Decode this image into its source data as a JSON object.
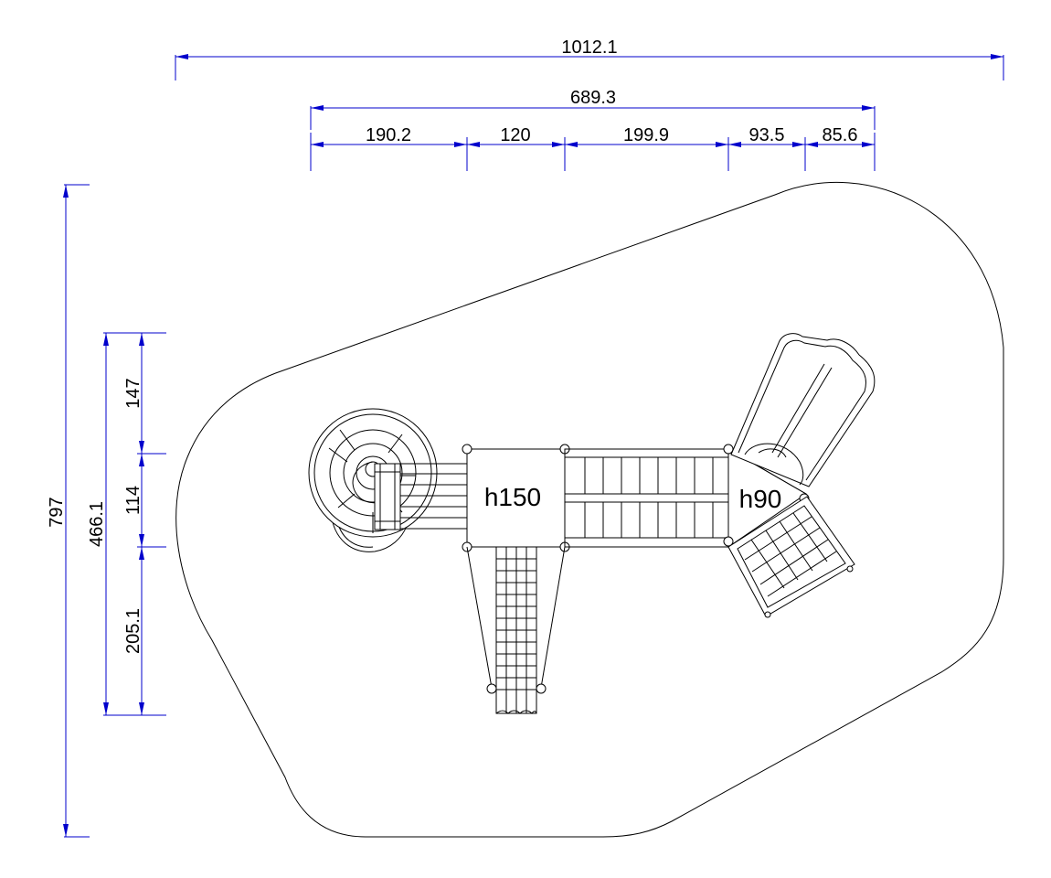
{
  "dimensions": {
    "total_width": "1012.1",
    "structure_width": "689.3",
    "segments": [
      "190.2",
      "120",
      "199.9",
      "93.5",
      "85.6"
    ],
    "total_height": "797",
    "structure_height": "466.1",
    "vertical_segments": [
      "147",
      "114",
      "205.1"
    ]
  },
  "platforms": {
    "high": "h150",
    "low": "h90"
  },
  "colors": {
    "dimension": "#0000cc",
    "outline": "#000000",
    "background": "#ffffff"
  }
}
